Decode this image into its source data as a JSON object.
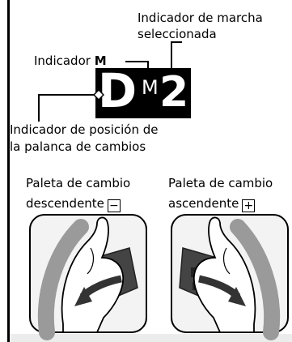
{
  "labels": {
    "selected_gear": [
      "Indicador de marcha",
      "seleccionada"
    ],
    "m_indicator_prefix": "Indicador ",
    "m_indicator_bold": "M",
    "shift_position": [
      "Indicador de posición de",
      "la palanca de cambios"
    ],
    "downshift": [
      "Paleta de cambio",
      "descendente"
    ],
    "upshift": [
      "Paleta de cambio",
      "ascendente"
    ]
  },
  "display": {
    "position": "D",
    "mode": "M",
    "gear": "2"
  },
  "symbols": {
    "minus": "−",
    "plus": "+"
  }
}
